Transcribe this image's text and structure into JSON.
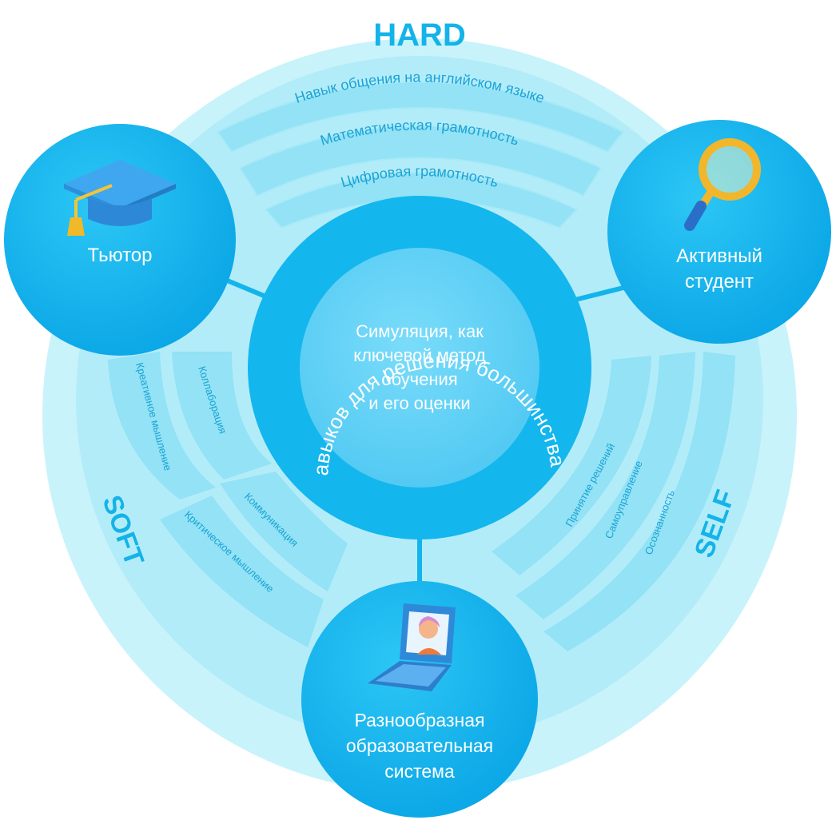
{
  "sections": {
    "hard": "HARD",
    "soft": "SOFT",
    "self": "SELF"
  },
  "center_text": [
    "Симуляция, как",
    "ключевой метод",
    "обучения",
    "и его оценки"
  ],
  "ring_text": "Базовый набор навыков для решения большинства жизненных задач",
  "hard_skills": [
    "Навык общения на английском языке",
    "Математическая грамотность",
    "Цифровая грамотность"
  ],
  "soft_skills": [
    "Креативное мышление",
    "Коллаборация",
    "Коммуникация",
    "Критическое мышление"
  ],
  "self_skills": [
    "Принятие решений",
    "Самоуправление",
    "Осознанность"
  ],
  "nodes": {
    "tutor": {
      "label": "Тьютор",
      "icon": "graduation-cap-icon"
    },
    "student": {
      "label": [
        "Активный",
        "студент"
      ],
      "icon": "magnifier-icon"
    },
    "system": {
      "label": [
        "Разнообразная",
        "образовательная",
        "система"
      ],
      "icon": "laptop-icon"
    }
  },
  "colors": {
    "outer_disc": "#c9f3fb",
    "middle_disc": "#aeeaf8",
    "band": "#8fe0f4",
    "node": "#10b8ef",
    "ring": "#14b6ee",
    "core": "#5fd2f6",
    "accent_text": "#14b3e8",
    "band_text": "#1aa3d6"
  }
}
